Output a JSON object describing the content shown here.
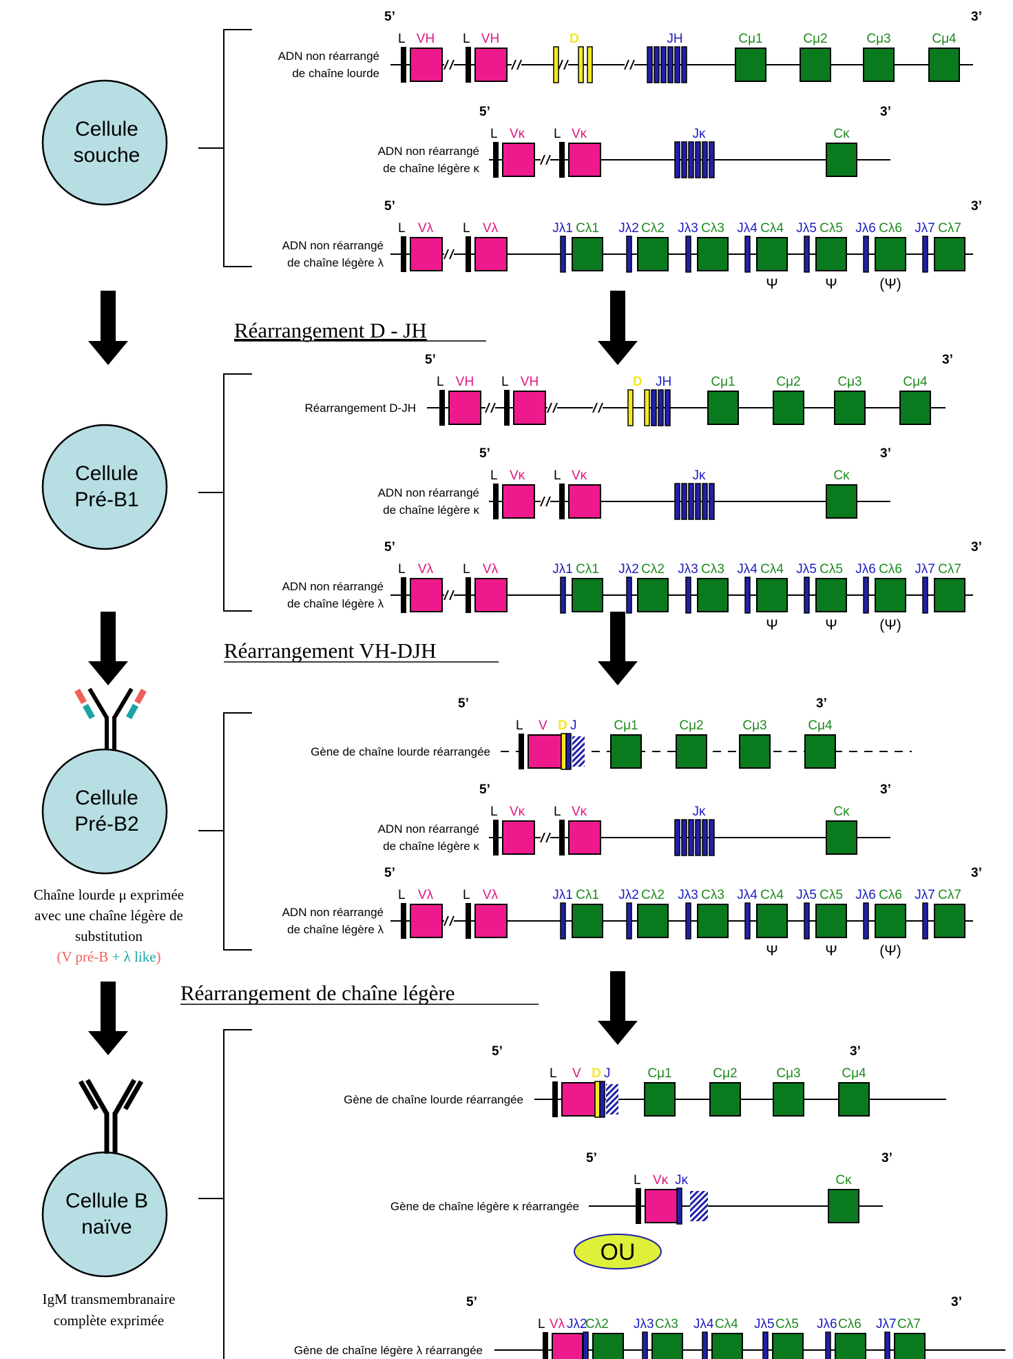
{
  "colors": {
    "v_segment": "#ee1a8d",
    "d_segment": "#f4ea22",
    "j_segment": "#2020a8",
    "c_segment": "#0a7a1e",
    "cell_fill": "#b7dee3",
    "ou_fill": "#dff03a",
    "label_v": "#e0157f",
    "label_j": "#1c1cc0",
    "label_c": "#1e8a1e",
    "label_d": "#f4e820",
    "vpreb": "#f0605a",
    "lambda_like": "#1aa3a3"
  },
  "cells": [
    {
      "line1": "Cellule",
      "line2": "souche"
    },
    {
      "line1": "Cellule",
      "line2": "Pré-B1"
    },
    {
      "line1": "Cellule",
      "line2": "Pré-B2"
    },
    {
      "line1": "Cellule B",
      "line2": "naïve"
    }
  ],
  "stage_titles": {
    "dj": "Réarrangement D - JH",
    "vdj": "Réarrangement VH-DJH",
    "light": "Réarrangement de chaîne légère"
  },
  "captions": {
    "preb2_line1": "Chaîne lourde μ exprimée",
    "preb2_line2": "avec une chaîne légère de",
    "preb2_line3": "substitution",
    "preb2_open": "(",
    "vpreb": "V pré-B",
    "plus": " + ",
    "lambda_like": "λ like",
    "preb2_close": ")",
    "naive_line1": "IgM transmembranaire",
    "naive_line2": "complète exprimée"
  },
  "labels": {
    "five_prime": "5’",
    "three_prime": "3’",
    "L": "L",
    "VH": "VH",
    "D": "D",
    "JH": "JH",
    "V": "V",
    "J": "J",
    "Cmu": [
      "Cμ1",
      "Cμ2",
      "Cμ3",
      "Cμ4"
    ],
    "Vk": "Vκ",
    "Jk": "Jκ",
    "Ck": "Cκ",
    "Vl": "Vλ",
    "Jl": [
      "Jλ1",
      "Jλ2",
      "Jλ3",
      "Jλ4",
      "Jλ5",
      "Jλ6",
      "Jλ7"
    ],
    "Cl": [
      "Cλ1",
      "Cλ2",
      "Cλ3",
      "Cλ4",
      "Cλ5",
      "Cλ6",
      "Cλ7"
    ],
    "psi": "Ψ",
    "psi_paren": "(Ψ)",
    "ou": "OU"
  },
  "row_titles": {
    "heavy_unrearranged_1": "ADN non réarrangé",
    "heavy_unrearranged_2": "de chaîne lourde",
    "kappa_unrearranged_1": "ADN non réarrangé",
    "kappa_unrearranged_2": "de chaîne légère κ",
    "lambda_unrearranged_1": "ADN non réarrangé",
    "lambda_unrearranged_2": "de chaîne légère λ",
    "dj_rearranged": "Réarrangement D-JH",
    "heavy_rearranged": "Gène de chaîne lourde réarrangée",
    "kappa_rearranged": "Gène de chaîne légère κ réarrangée",
    "lambda_rearranged": "Gène de chaîne légère λ réarrangée"
  }
}
